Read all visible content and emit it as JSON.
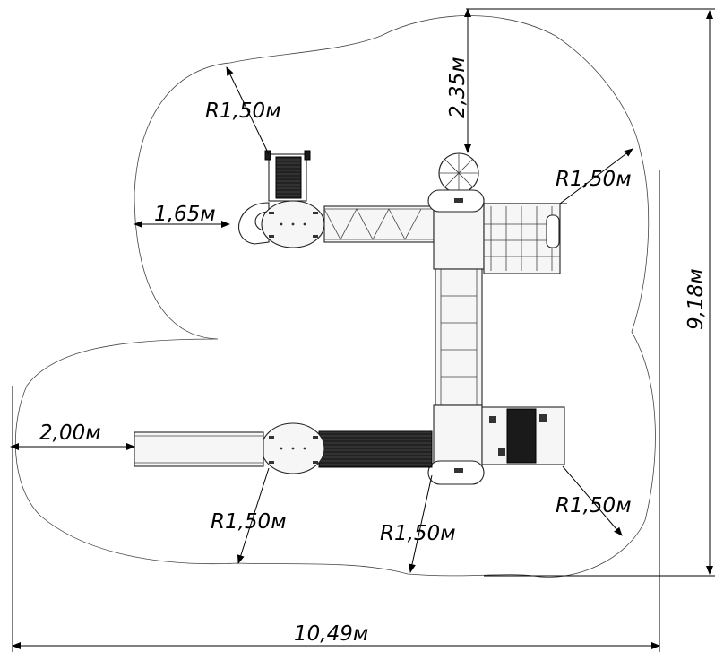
{
  "dimensions": {
    "top_offset": "2,35м",
    "left_offset": "1,65м",
    "left_bottom_offset": "2,00м",
    "total_height": "9,18м",
    "total_width": "10,49м",
    "radius_top_left": "R1,50м",
    "radius_top_right": "R1,50м",
    "radius_bottom_left": "R1,50м",
    "radius_bottom_center": "R1,50м",
    "radius_bottom_right": "R1,50м"
  }
}
